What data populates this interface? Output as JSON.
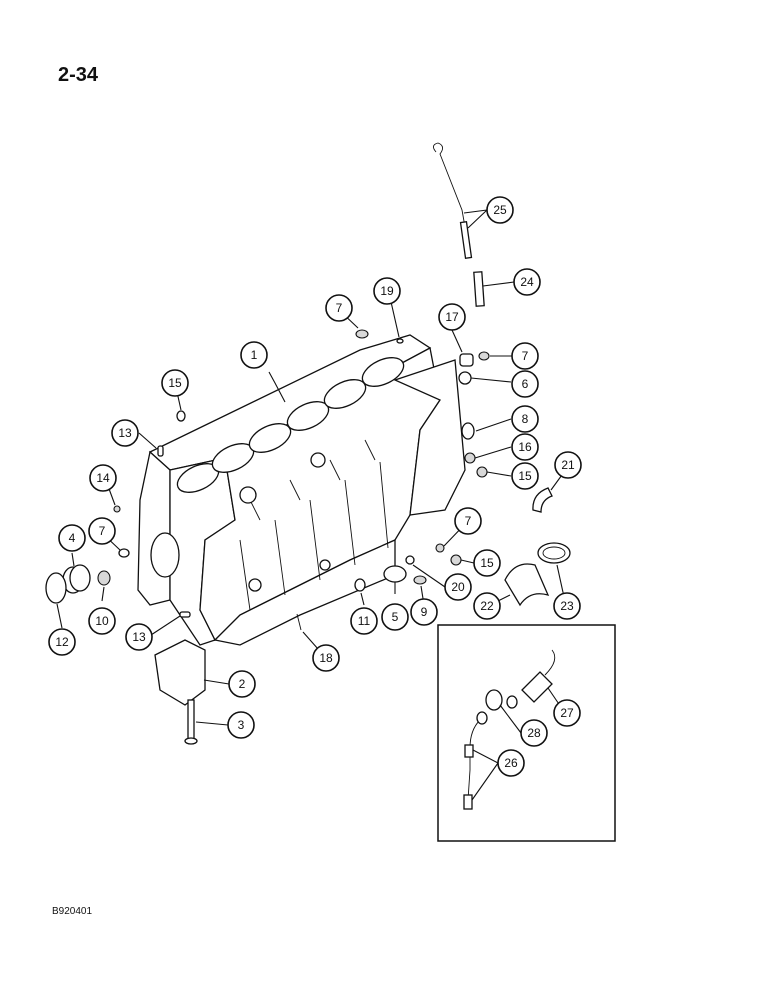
{
  "page": {
    "number": "2-34",
    "figure_code": "B920401"
  },
  "callouts": [
    {
      "id": "c1",
      "label": "1"
    },
    {
      "id": "c2",
      "label": "2"
    },
    {
      "id": "c3",
      "label": "3"
    },
    {
      "id": "c4",
      "label": "4"
    },
    {
      "id": "c5",
      "label": "5"
    },
    {
      "id": "c6",
      "label": "6"
    },
    {
      "id": "c7a",
      "label": "7"
    },
    {
      "id": "c7b",
      "label": "7"
    },
    {
      "id": "c7c",
      "label": "7"
    },
    {
      "id": "c7d",
      "label": "7"
    },
    {
      "id": "c8",
      "label": "8"
    },
    {
      "id": "c9",
      "label": "9"
    },
    {
      "id": "c10",
      "label": "10"
    },
    {
      "id": "c11",
      "label": "11"
    },
    {
      "id": "c12",
      "label": "12"
    },
    {
      "id": "c13a",
      "label": "13"
    },
    {
      "id": "c13b",
      "label": "13"
    },
    {
      "id": "c14",
      "label": "14"
    },
    {
      "id": "c15a",
      "label": "15"
    },
    {
      "id": "c15b",
      "label": "15"
    },
    {
      "id": "c15c",
      "label": "15"
    },
    {
      "id": "c16",
      "label": "16"
    },
    {
      "id": "c17",
      "label": "17"
    },
    {
      "id": "c18",
      "label": "18"
    },
    {
      "id": "c19",
      "label": "19"
    },
    {
      "id": "c20",
      "label": "20"
    },
    {
      "id": "c21",
      "label": "21"
    },
    {
      "id": "c22",
      "label": "22"
    },
    {
      "id": "c23",
      "label": "23"
    },
    {
      "id": "c24",
      "label": "24"
    },
    {
      "id": "c25",
      "label": "25"
    },
    {
      "id": "c26",
      "label": "26"
    },
    {
      "id": "c27",
      "label": "27"
    },
    {
      "id": "c28",
      "label": "28"
    }
  ]
}
